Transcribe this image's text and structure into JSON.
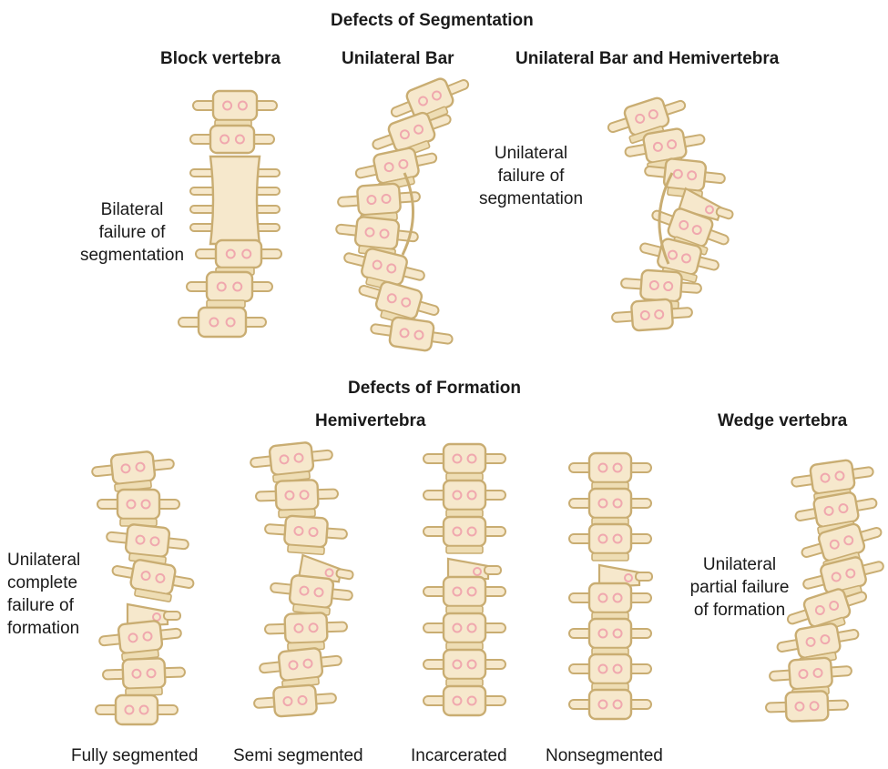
{
  "segmentation": {
    "heading": "Defects of Segmentation",
    "block_title": "Block vertebra",
    "bar_title": "Unilateral Bar",
    "barhemi_title": "Unilateral Bar and Hemivertebra",
    "bilateral_note": "Bilateral\nfailure of\nsegmentation",
    "unilateral_note": "Unilateral\nfailure of\nsegmentation"
  },
  "formation": {
    "heading": "Defects of Formation",
    "hemi_title": "Hemivertebra",
    "wedge_title": "Wedge vertebra",
    "complete_note": "Unilateral\ncomplete\nfailure of\nformation",
    "partial_note": "Unilateral\npartial failure\nof formation",
    "captions": [
      "Fully segmented",
      "Semi segmented",
      "Incarcerated",
      "Nonsegmented"
    ]
  },
  "colors": {
    "bone_fill": "#f6e8cc",
    "bone_stroke": "#c9ad72",
    "disc_fill": "#eeddb4",
    "spot": "#f0a8ae"
  }
}
